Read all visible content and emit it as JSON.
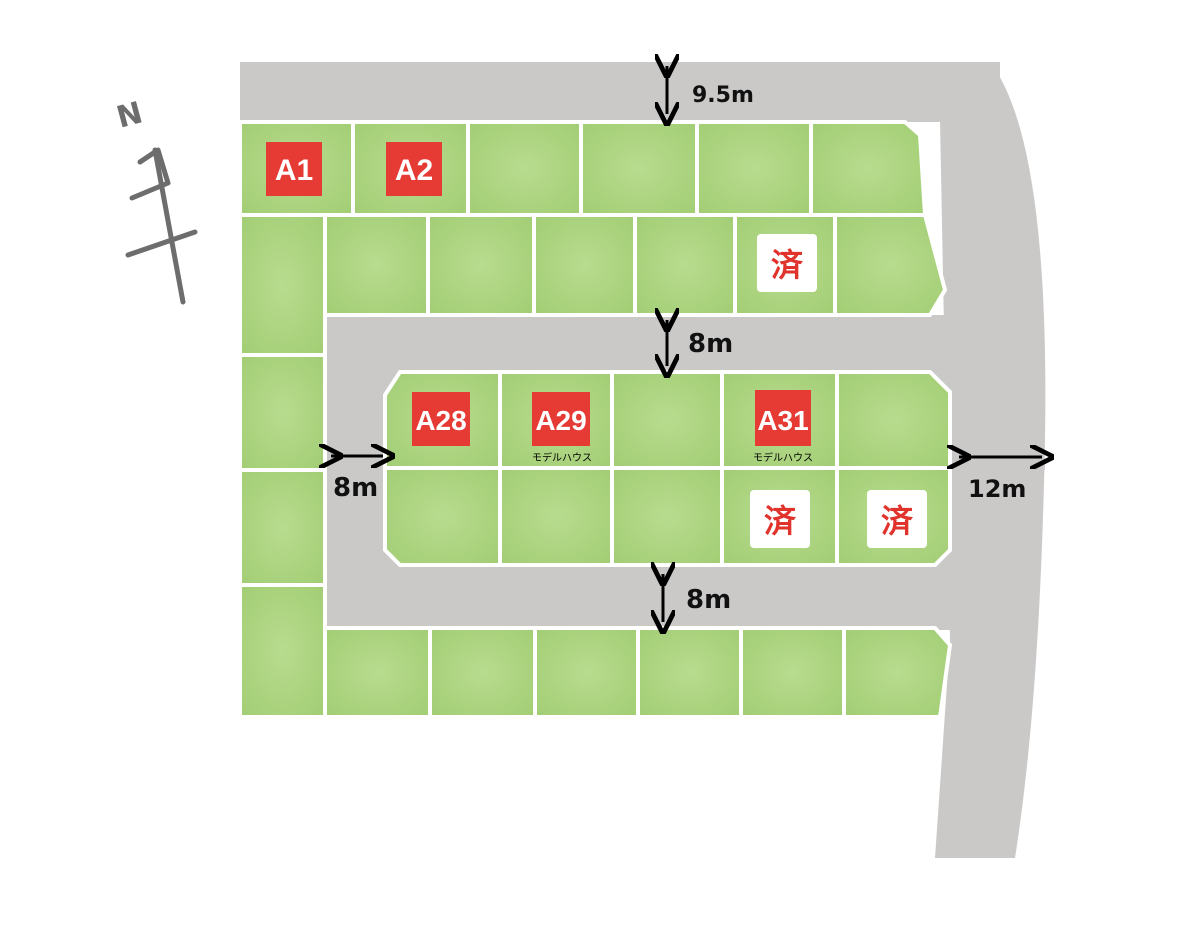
{
  "compass": {
    "north_label": "N"
  },
  "dimensions": {
    "north_road": "9.5m",
    "middle_road": "8m",
    "west_road": "8m",
    "south_road": "8m",
    "east_road": "12m"
  },
  "lots": {
    "a1": "A1",
    "a2": "A2",
    "a28": "A28",
    "a29": "A29",
    "a31": "A31"
  },
  "model_house_label": "モデルハウス",
  "sold_label": "済",
  "colors": {
    "lot_green": "#a9d27c",
    "road_gray": "#c9c8c7",
    "label_red": "#e63a34",
    "sold_red": "#e0332b"
  }
}
